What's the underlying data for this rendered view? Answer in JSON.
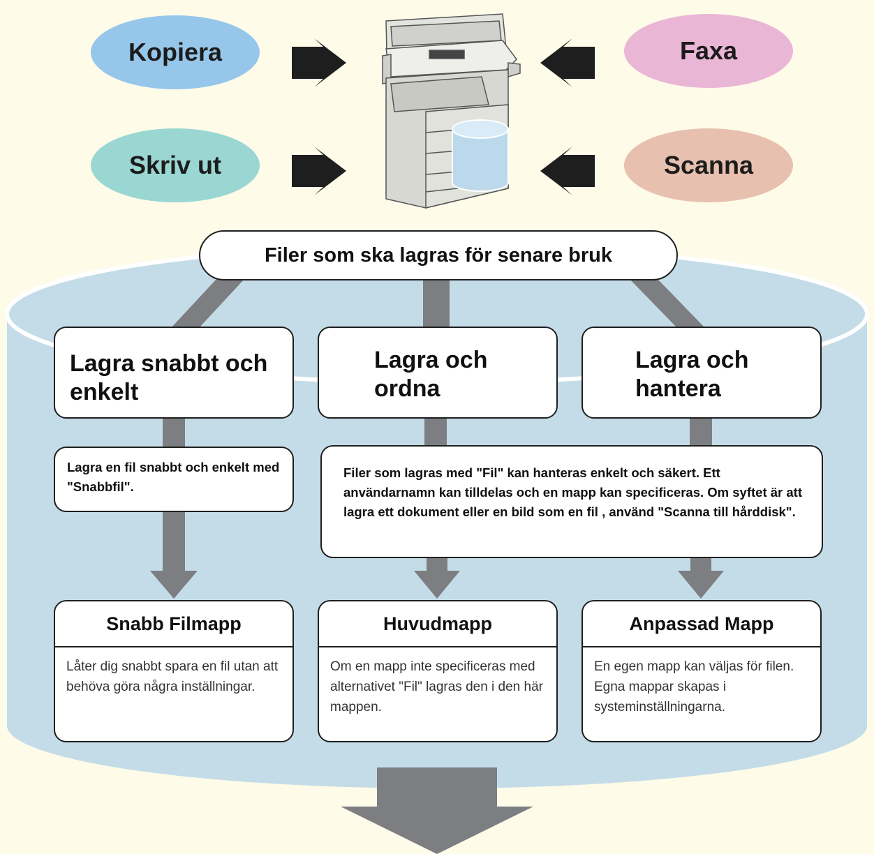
{
  "sources": {
    "copy": "Kopiera",
    "print": "Skriv ut",
    "fax": "Faxa",
    "scan": "Scanna"
  },
  "title": "Filer som ska lagras för senare bruk",
  "categories": [
    {
      "label": "Lagra snabbt och enkelt",
      "desc": "Lagra en fil snabbt och enkelt med \"Snabbfil\"."
    },
    {
      "label": "Lagra och ordna"
    },
    {
      "label": "Lagra och hantera"
    }
  ],
  "shared_desc": "Filer som lagras med \"Fil\" kan hanteras enkelt och säkert. Ett användarnamn kan tilldelas och en mapp kan specificeras. Om syftet är att lagra ett dokument eller en bild som en fil , använd \"Scanna till hårddisk\".",
  "folders": [
    {
      "title": "Snabb Filmapp",
      "body": "Låter dig snabbt spara en fil utan att behöva göra några inställningar."
    },
    {
      "title": "Huvudmapp",
      "body": "Om en mapp inte specificeras med alternativet \"Fil\" lagras den i den här  mappen."
    },
    {
      "title": "Anpassad Mapp",
      "body": "En egen mapp kan väljas för filen. Egna mappar skapas i systeminställningarna."
    }
  ],
  "colors": {
    "copy": "#96c7eb",
    "print": "#9ad7d2",
    "fax": "#e9b6d6",
    "scan": "#e8c0b0",
    "cylinder": "#c3dce8",
    "connector": "#7d7e82"
  }
}
